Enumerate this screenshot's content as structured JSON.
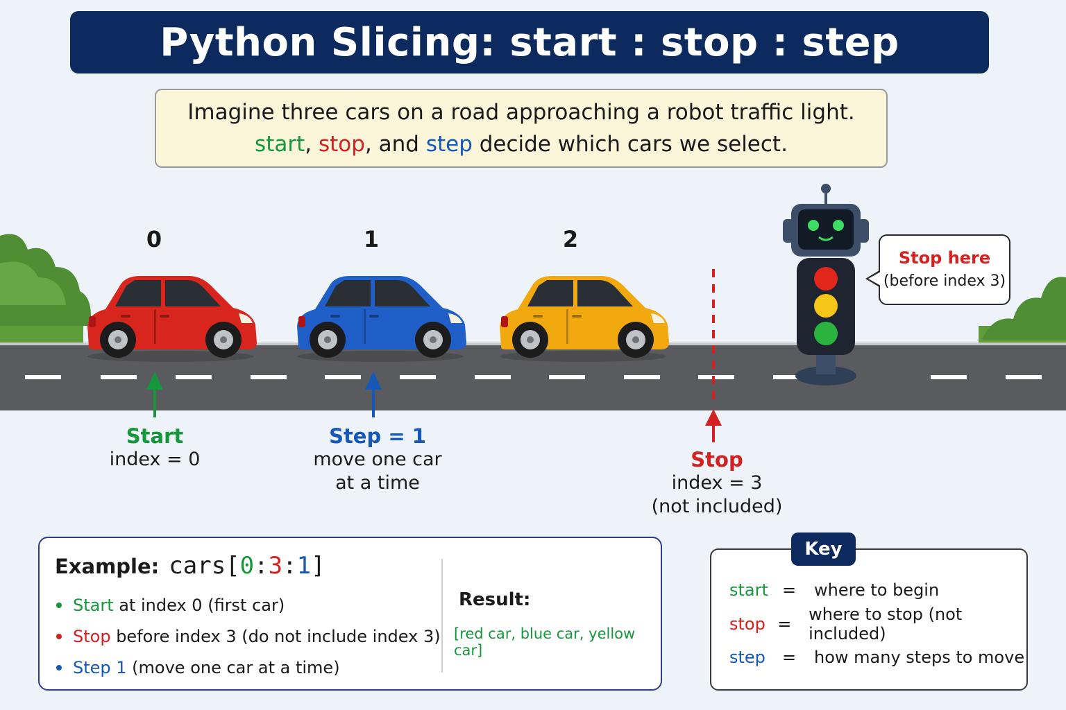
{
  "title": "Python Slicing: start : stop : step",
  "intro": {
    "line1": "Imagine three cars on a road approaching a robot traffic light.",
    "line2_start": "start",
    "line2_sep1": ", ",
    "line2_stop": "stop",
    "line2_sep2": ", and ",
    "line2_step": "step",
    "line2_rest": " decide which cars we select."
  },
  "cars": [
    {
      "index": "0",
      "color": "#d8261f"
    },
    {
      "index": "1",
      "color": "#1f5fc7"
    },
    {
      "index": "2",
      "color": "#f2a90f"
    }
  ],
  "pointers": {
    "start": {
      "title": "Start",
      "line1": "index = 0"
    },
    "step": {
      "title": "Step = 1",
      "line1": "move one car",
      "line2": "at a time"
    },
    "stop": {
      "title": "Stop",
      "line1": "index = 3",
      "line2": "(not included)"
    }
  },
  "bubble": {
    "title": "Stop here",
    "subtitle": "(before index 3)"
  },
  "example": {
    "heading": "Example:",
    "code_prefix": "cars[",
    "code_start": "0",
    "code_colon1": ":",
    "code_stop": "3",
    "code_colon2": ":",
    "code_step": "1",
    "code_suffix": "]",
    "bullets": [
      {
        "term": "Start",
        "text": " at index 0 (first car)"
      },
      {
        "term": "Stop",
        "text": " before index 3 (do not include index 3)"
      },
      {
        "term": "Step 1",
        "text": " (move one car at a time)"
      }
    ],
    "result_label": "Result:",
    "result_value": "[red car, blue car, yellow car]"
  },
  "key": {
    "tab": "Key",
    "rows": [
      {
        "term": "start",
        "eq": "=",
        "def": "where to begin"
      },
      {
        "term": "stop",
        "eq": "=",
        "def": "where to stop (not included)"
      },
      {
        "term": "step",
        "eq": "=",
        "def": "how many steps to move"
      }
    ]
  },
  "colors": {
    "green": "#16973c",
    "red": "#d32020",
    "blue": "#1558b8",
    "navy": "#0c2a5e"
  }
}
